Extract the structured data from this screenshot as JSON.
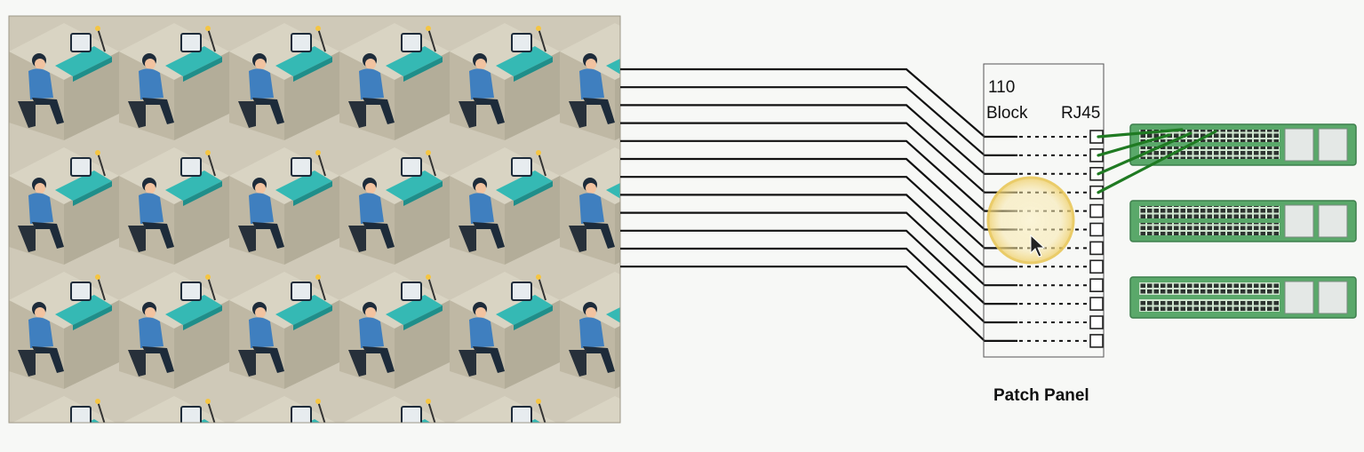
{
  "panel": {
    "block_number": "110",
    "block_word": "Block",
    "rj45_label": "RJ45",
    "caption": "Patch Panel"
  },
  "diagram": {
    "cable_count": 12,
    "port_count": 12,
    "switch_count": 3,
    "patched_ports": 4,
    "cable_color": "#111111",
    "patch_cord_color": "#1f7a22",
    "switch_color": "#5aa86a",
    "highlight_color": "#f2d97a",
    "icons": [
      "office-cubicles-illustration",
      "mouse-cursor-icon",
      "network-switch-icon"
    ]
  }
}
